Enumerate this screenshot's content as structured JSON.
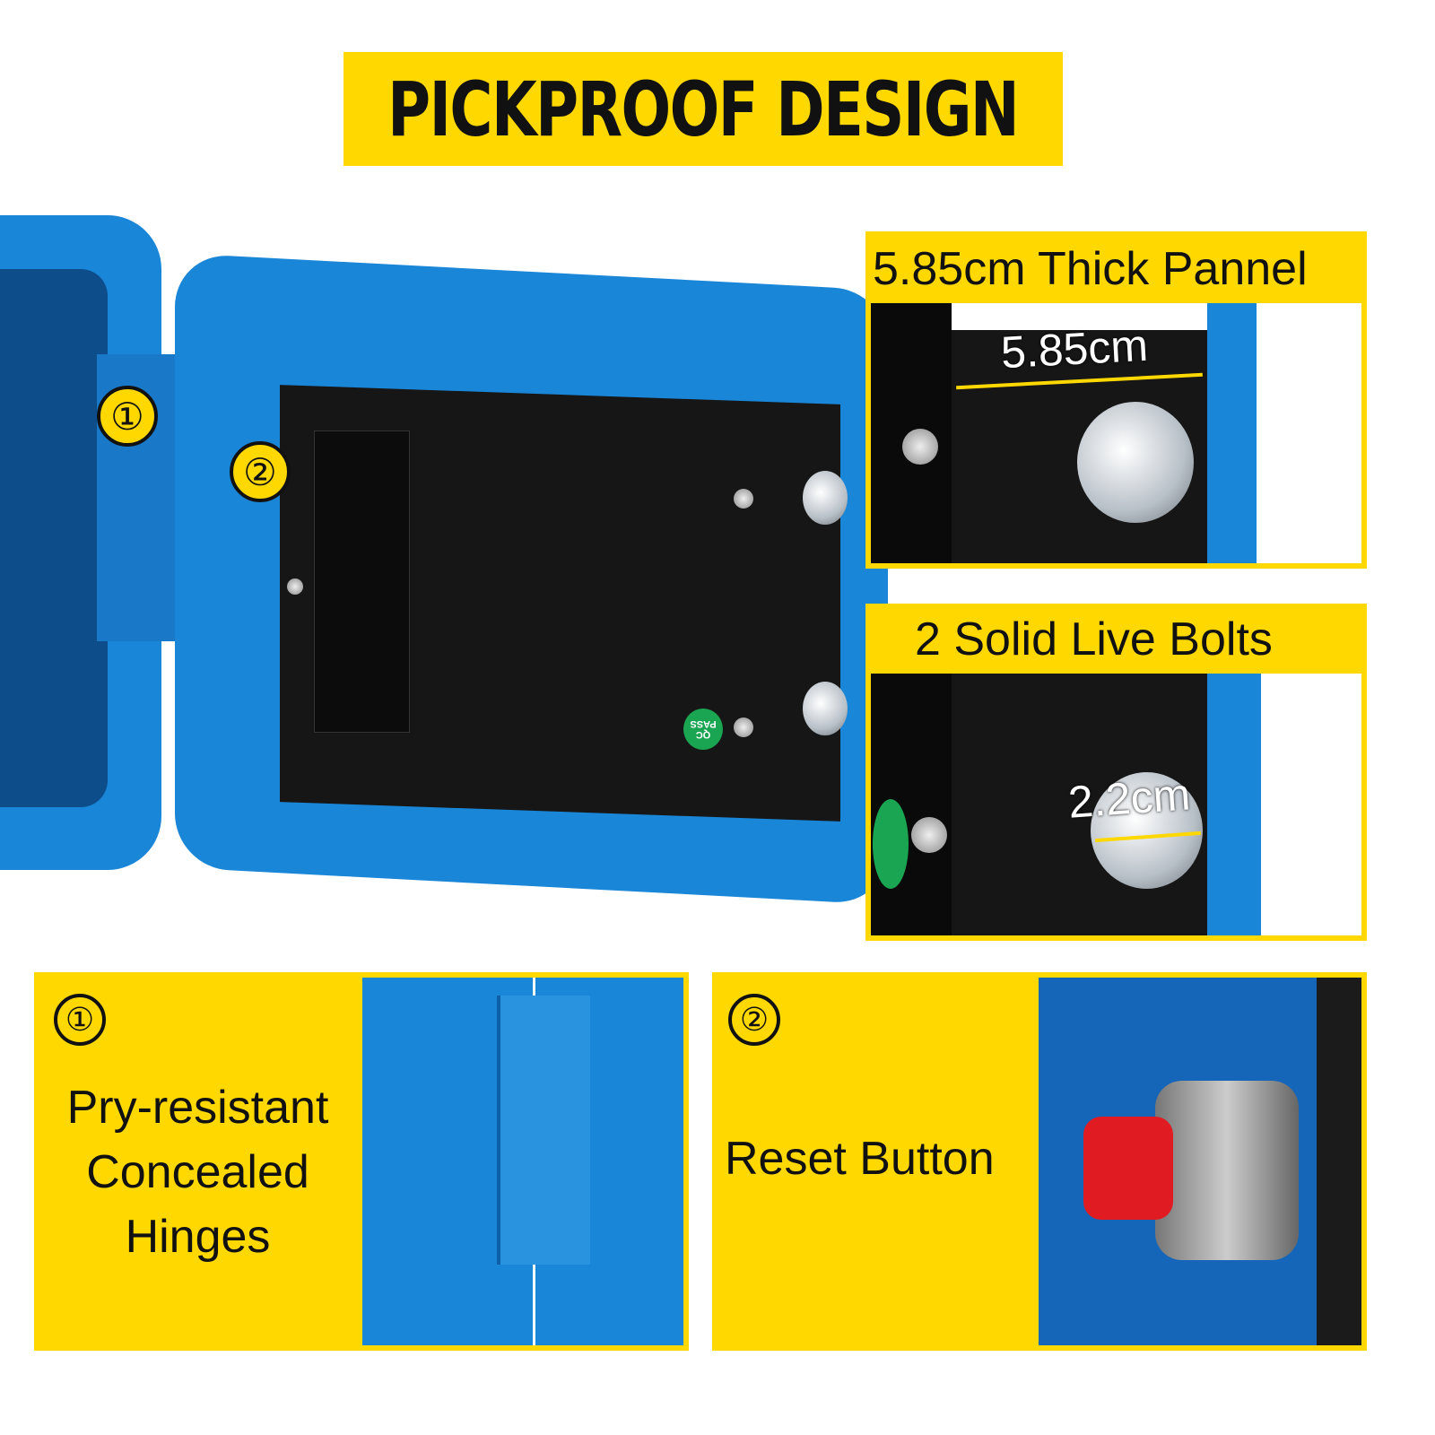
{
  "title": "PICKPROOF DESIGN",
  "callouts": {
    "one": "①",
    "two": "②"
  },
  "sticker": {
    "line1": "QC",
    "line2": "PASS"
  },
  "panels": {
    "thickness": {
      "heading": "5.85cm Thick Pannel",
      "measure": "5.85cm"
    },
    "bolts": {
      "heading": "2 Solid Live Bolts",
      "measure": "2.2cm"
    },
    "hinges": {
      "number": "①",
      "lines": [
        "Pry-resistant",
        "Concealed",
        "Hinges"
      ]
    },
    "reset": {
      "number": "②",
      "label": "Reset Button"
    }
  },
  "colors": {
    "accent": "#ffd800",
    "safe_blue": "#1a86d8",
    "lock_black": "#161616"
  }
}
